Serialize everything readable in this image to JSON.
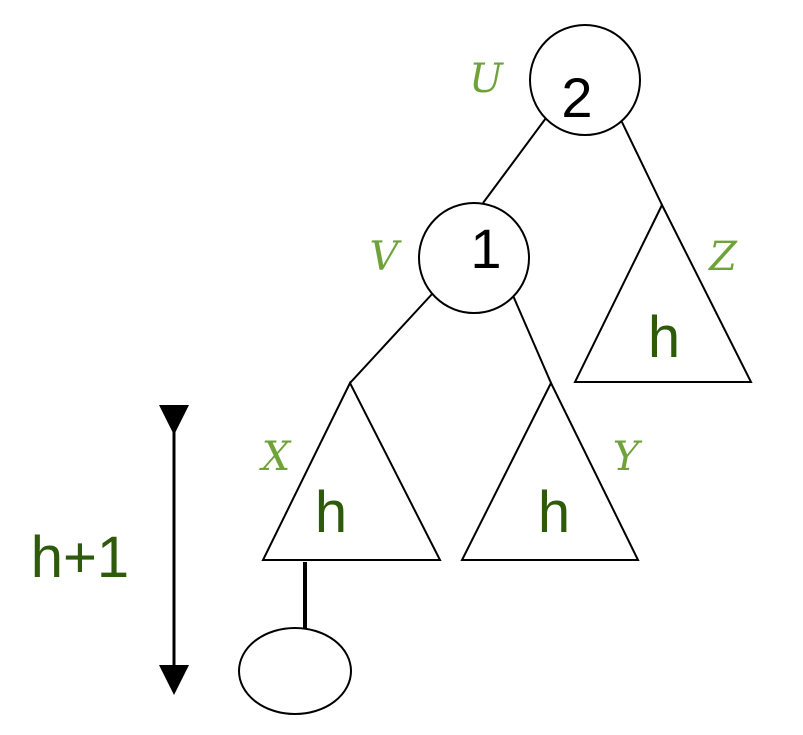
{
  "colors": {
    "name_label": "#6fa33a",
    "height_label": "#2e5a0c",
    "stroke": "#000000"
  },
  "nodes": {
    "U": {
      "name": "U",
      "value": "2"
    },
    "V": {
      "name": "V",
      "value": "1"
    }
  },
  "subtrees": {
    "X": {
      "name": "X",
      "height": "h"
    },
    "Y": {
      "name": "Y",
      "height": "h"
    },
    "Z": {
      "name": "Z",
      "height": "h"
    }
  },
  "height_indicator": {
    "label": "h+1"
  }
}
